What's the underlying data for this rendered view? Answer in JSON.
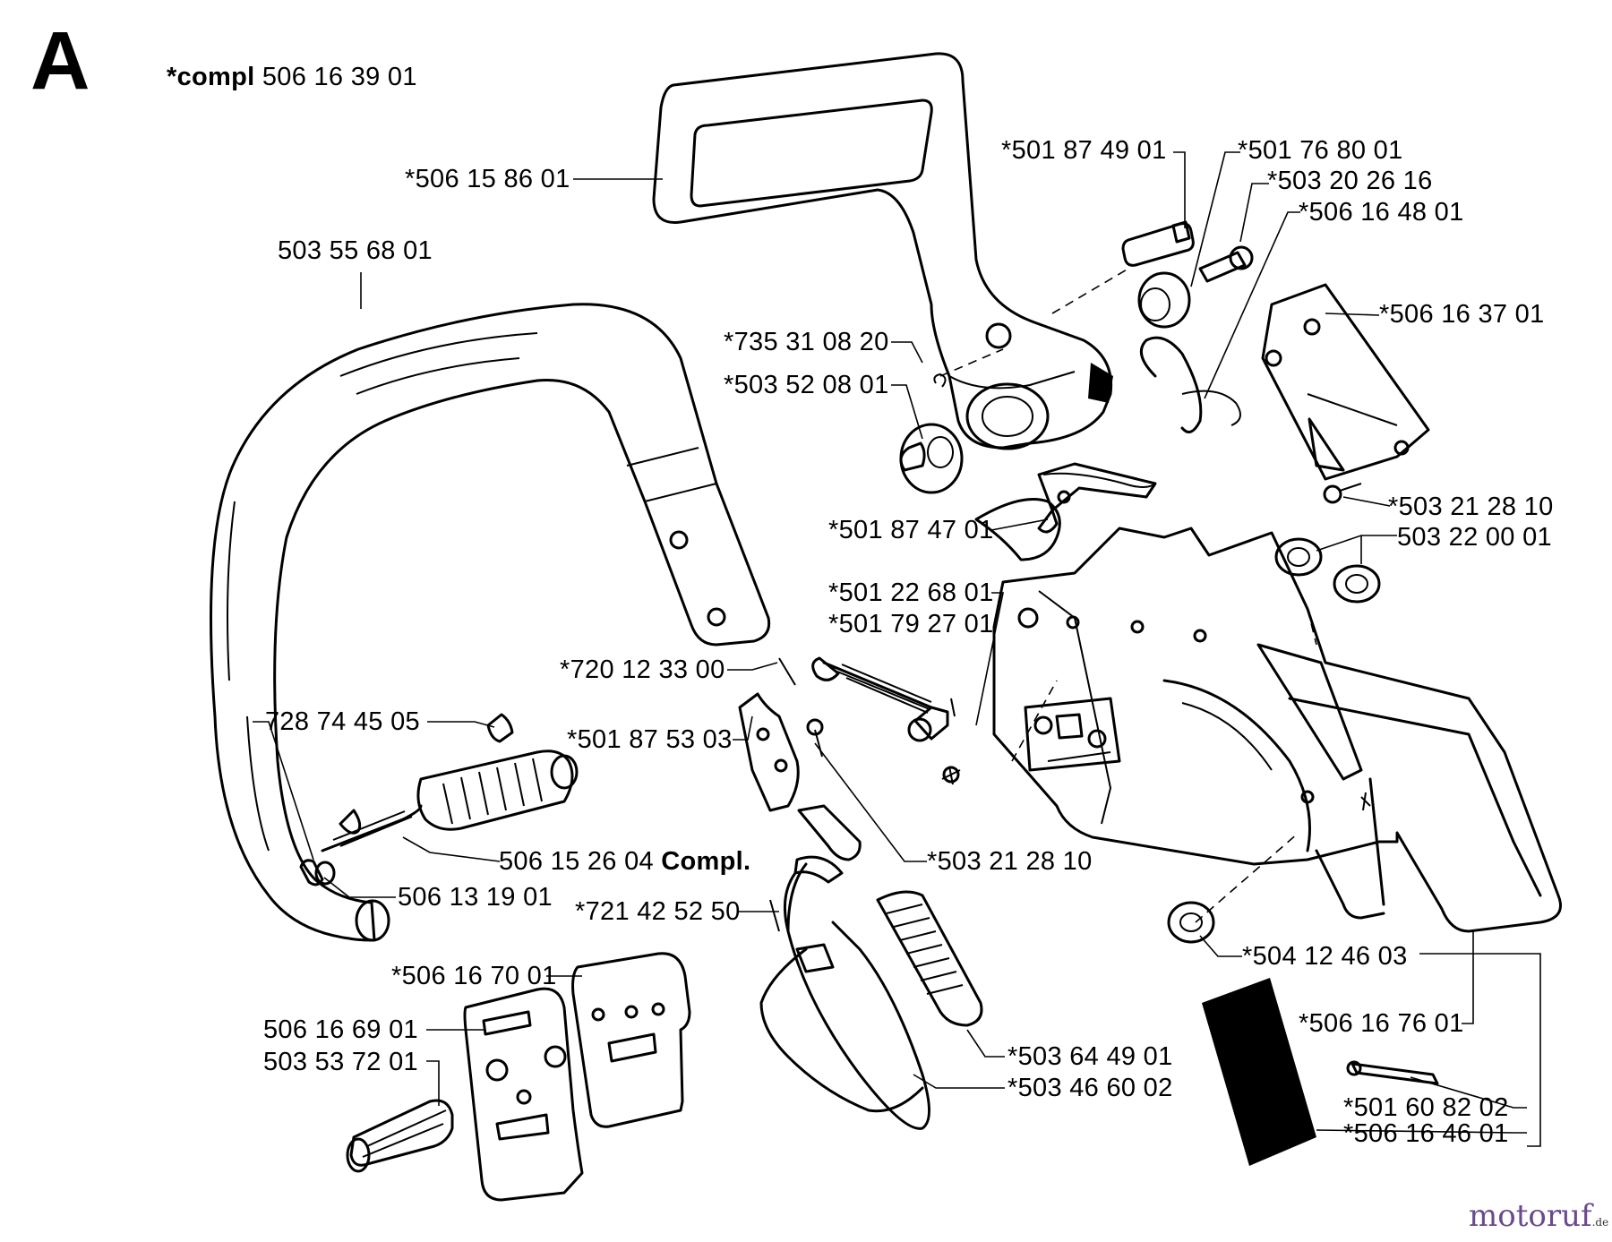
{
  "section_letter": "A",
  "header": {
    "prefix": "*compl",
    "number": "506 16 39 01"
  },
  "labels": {
    "front_handle": "*506 15 86 01",
    "handle_bar": "503 55 68 01",
    "screw_501874901": "*501 87 49 01",
    "bushing_501768001": "*501 76 80 01",
    "screw_503202616": "*503 20 26 16",
    "spring_506164801": "*506 16 48 01",
    "cover_506163701": "*506 16 37 01",
    "ring_735310820": "*735 31 08 20",
    "bushing_503520801": "*503 52 08 01",
    "screw_503212810_top": "*503 21 28 10",
    "nut_503220001": "503 22 00 01",
    "lever_501874701": "*501 87 47 01",
    "screw_501226801": "*501 22 68 01",
    "nut_501792701": "*501 79 27 01",
    "pin_720123300": "*720 12 33 00",
    "cap_728744505": "728 74 45 05",
    "link_501875303": "*501 87 53 03",
    "buffer_506152604": "506 15 26 04",
    "buffer_compl": "Compl.",
    "screw_503212810_mid": "*503 21 28 10",
    "screw_506131901": "506 13 19 01",
    "pin_721425250": "*721 42 52 50",
    "nut_504124603": "*504 12 46 03",
    "plate_506167001": "*506 16 70 01",
    "plate_506166901": "506 16 69 01",
    "bolt_503537201": "503 53 72 01",
    "guard_506167601": "*506 16 76 01",
    "spring_503644901": "*503 64 49 01",
    "band_503466002": "*503 46 60 02",
    "rivet_501608202": "*501 60 82 02",
    "plate_506164601": "*506 16 46 01"
  },
  "watermark": {
    "text": "motoruf",
    "suffix": ".de"
  }
}
